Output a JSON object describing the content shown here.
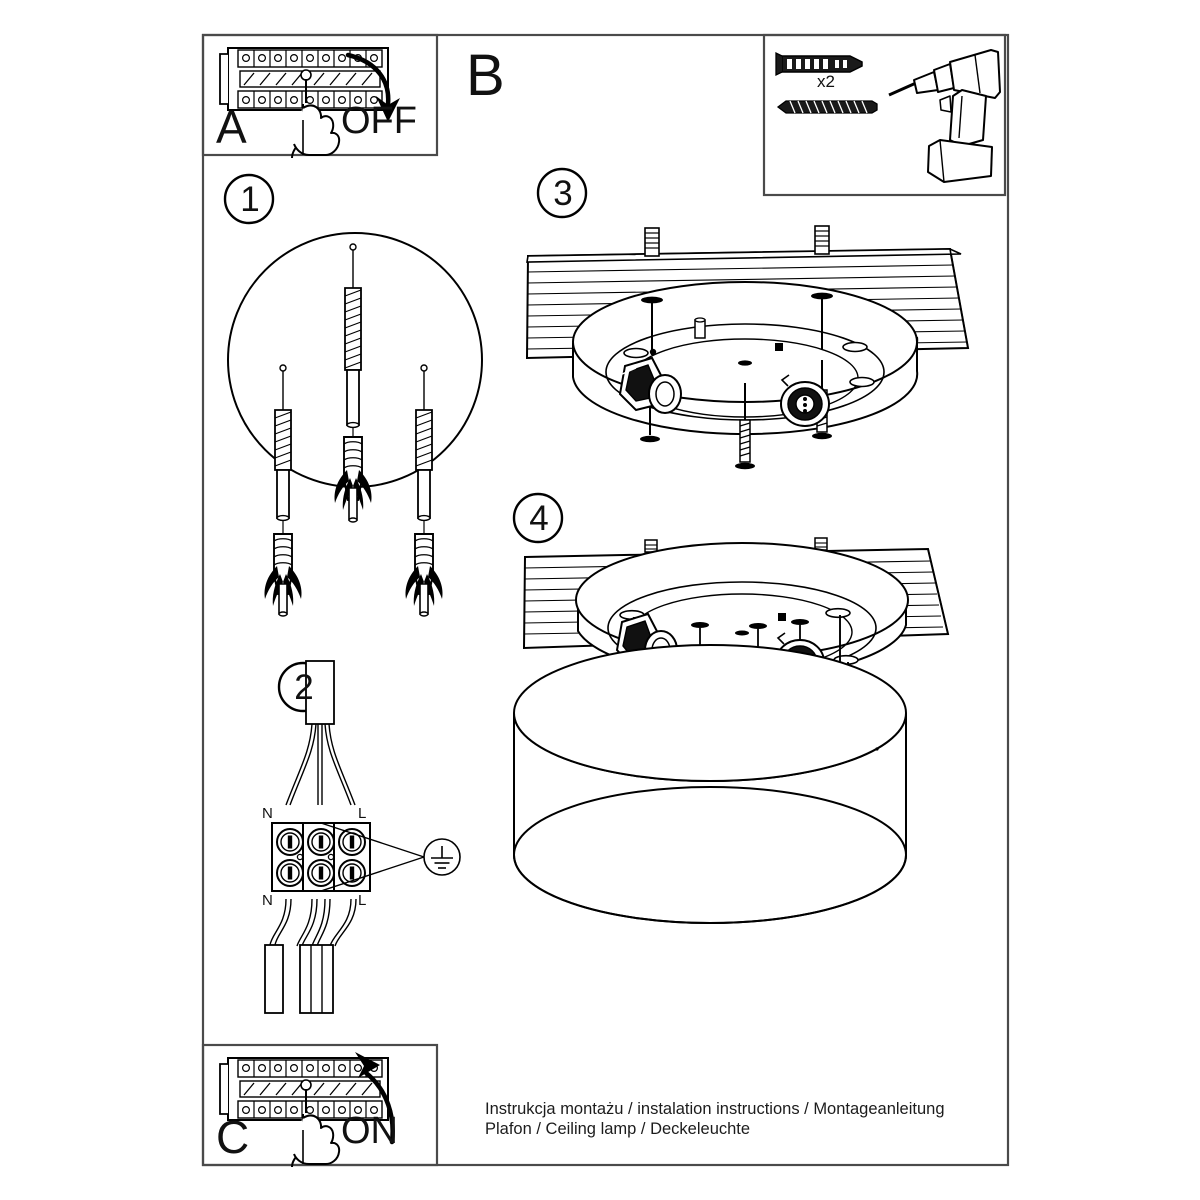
{
  "document": {
    "type": "assembly-instruction-sheet",
    "section_letter": "B",
    "background": "#ffffff",
    "ink": "#000000"
  },
  "power_off_panel": {
    "id": "A",
    "label": "A",
    "action_word": "OFF",
    "icon": "circuit-breaker-panel-icon",
    "hand_icon": "hand-pointing-icon",
    "arrow_icon": "arrow-curved-down-icon"
  },
  "power_on_panel": {
    "id": "C",
    "label": "C",
    "action_word": "ON",
    "icon": "circuit-breaker-panel-icon",
    "hand_icon": "hand-pointing-icon",
    "arrow_icon": "arrow-curved-up-icon"
  },
  "tools_panel": {
    "quantity_label": "x2",
    "items": [
      {
        "name": "wall-plug-anchor-icon",
        "label": "x2"
      },
      {
        "name": "screw-icon",
        "label": ""
      },
      {
        "name": "power-drill-icon",
        "label": ""
      }
    ]
  },
  "steps": [
    {
      "number": "1",
      "name": "drill-and-insert-wall-plugs",
      "description_icon": "wall-plug-and-screw-circle-icon"
    },
    {
      "number": "2",
      "name": "wire-terminal-block-connection",
      "terminal_labels_top": [
        "N",
        "L"
      ],
      "terminal_labels_bottom": [
        "N",
        "L"
      ],
      "earth_symbol": "earth-ground-icon"
    },
    {
      "number": "3",
      "name": "mount-base-plate-to-ceiling",
      "description_icon": "ceiling-mount-plate-icon"
    },
    {
      "number": "4",
      "name": "attach-lamp-shade",
      "description_icon": "cylindrical-lamp-shade-icon"
    }
  ],
  "footer": {
    "line1": "Instrukcja montażu / instalation instructions / Montageanleitung",
    "line2": "Plafon / Ceiling lamp / Deckeleuchte"
  }
}
